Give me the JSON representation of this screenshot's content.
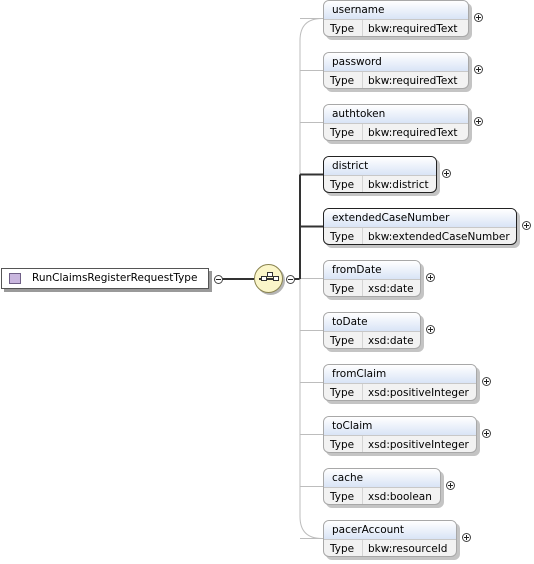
{
  "root": {
    "name": "RunClaimsRegisterRequestType"
  },
  "sequence": {
    "compositor": "sequence"
  },
  "type_key": "Type",
  "elements": [
    {
      "name": "username",
      "type": "bkw:requiredText",
      "required": false
    },
    {
      "name": "password",
      "type": "bkw:requiredText",
      "required": false
    },
    {
      "name": "authtoken",
      "type": "bkw:requiredText",
      "required": false
    },
    {
      "name": "district",
      "type": "bkw:district",
      "required": true
    },
    {
      "name": "extendedCaseNumber",
      "type": "bkw:extendedCaseNumber",
      "required": true
    },
    {
      "name": "fromDate",
      "type": "xsd:date",
      "required": false
    },
    {
      "name": "toDate",
      "type": "xsd:date",
      "required": false
    },
    {
      "name": "fromClaim",
      "type": "xsd:positiveInteger",
      "required": false
    },
    {
      "name": "toClaim",
      "type": "xsd:positiveInteger",
      "required": false
    },
    {
      "name": "cache",
      "type": "xsd:boolean",
      "required": false
    },
    {
      "name": "pacerAccount",
      "type": "bkw:resourceId",
      "required": false
    }
  ]
}
